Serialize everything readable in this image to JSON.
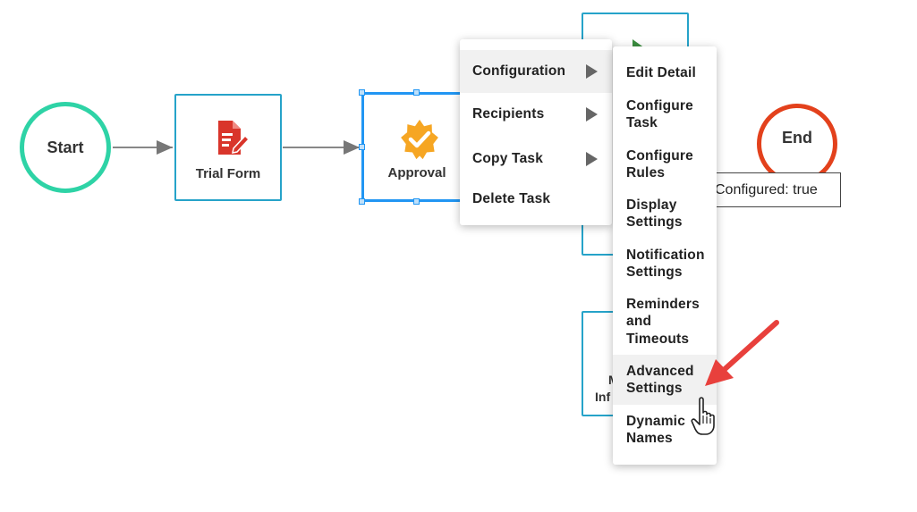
{
  "diagram": {
    "start_label": "Start",
    "end_label": "End",
    "trial_form_label": "Trial Form",
    "approval_label": "Approval",
    "hidden_node_partial_1": "M",
    "hidden_node_partial_2": "Inf"
  },
  "tooltip": {
    "text": "Configured: true"
  },
  "context_menu": {
    "items": [
      {
        "label": "Configuration",
        "has_submenu": true
      },
      {
        "label": "Recipients",
        "has_submenu": true
      },
      {
        "label": "Copy Task",
        "has_submenu": true
      },
      {
        "label": "Delete Task",
        "has_submenu": false
      }
    ]
  },
  "configuration_submenu": {
    "items": [
      {
        "label": "Edit Detail"
      },
      {
        "label": "Configure Task"
      },
      {
        "label": "Configure Rules"
      },
      {
        "label": "Display Settings"
      },
      {
        "label": "Notification Settings"
      },
      {
        "label": "Reminders and Timeouts"
      },
      {
        "label": "Advanced Settings"
      },
      {
        "label": "Dynamic Names"
      }
    ],
    "highlighted": "Advanced Settings"
  },
  "colors": {
    "start_ring": "#2ed3a6",
    "end_ring": "#e3411c",
    "node_border": "#26a3c9",
    "selection": "#2196f3",
    "form_icon": "#d9352b",
    "approval_badge": "#f6a623",
    "callout_arrow": "#e8403c"
  },
  "icons": {
    "form": "form-document-icon",
    "approval": "approval-badge-icon",
    "pointer": "hand-pointer-cursor-icon"
  }
}
